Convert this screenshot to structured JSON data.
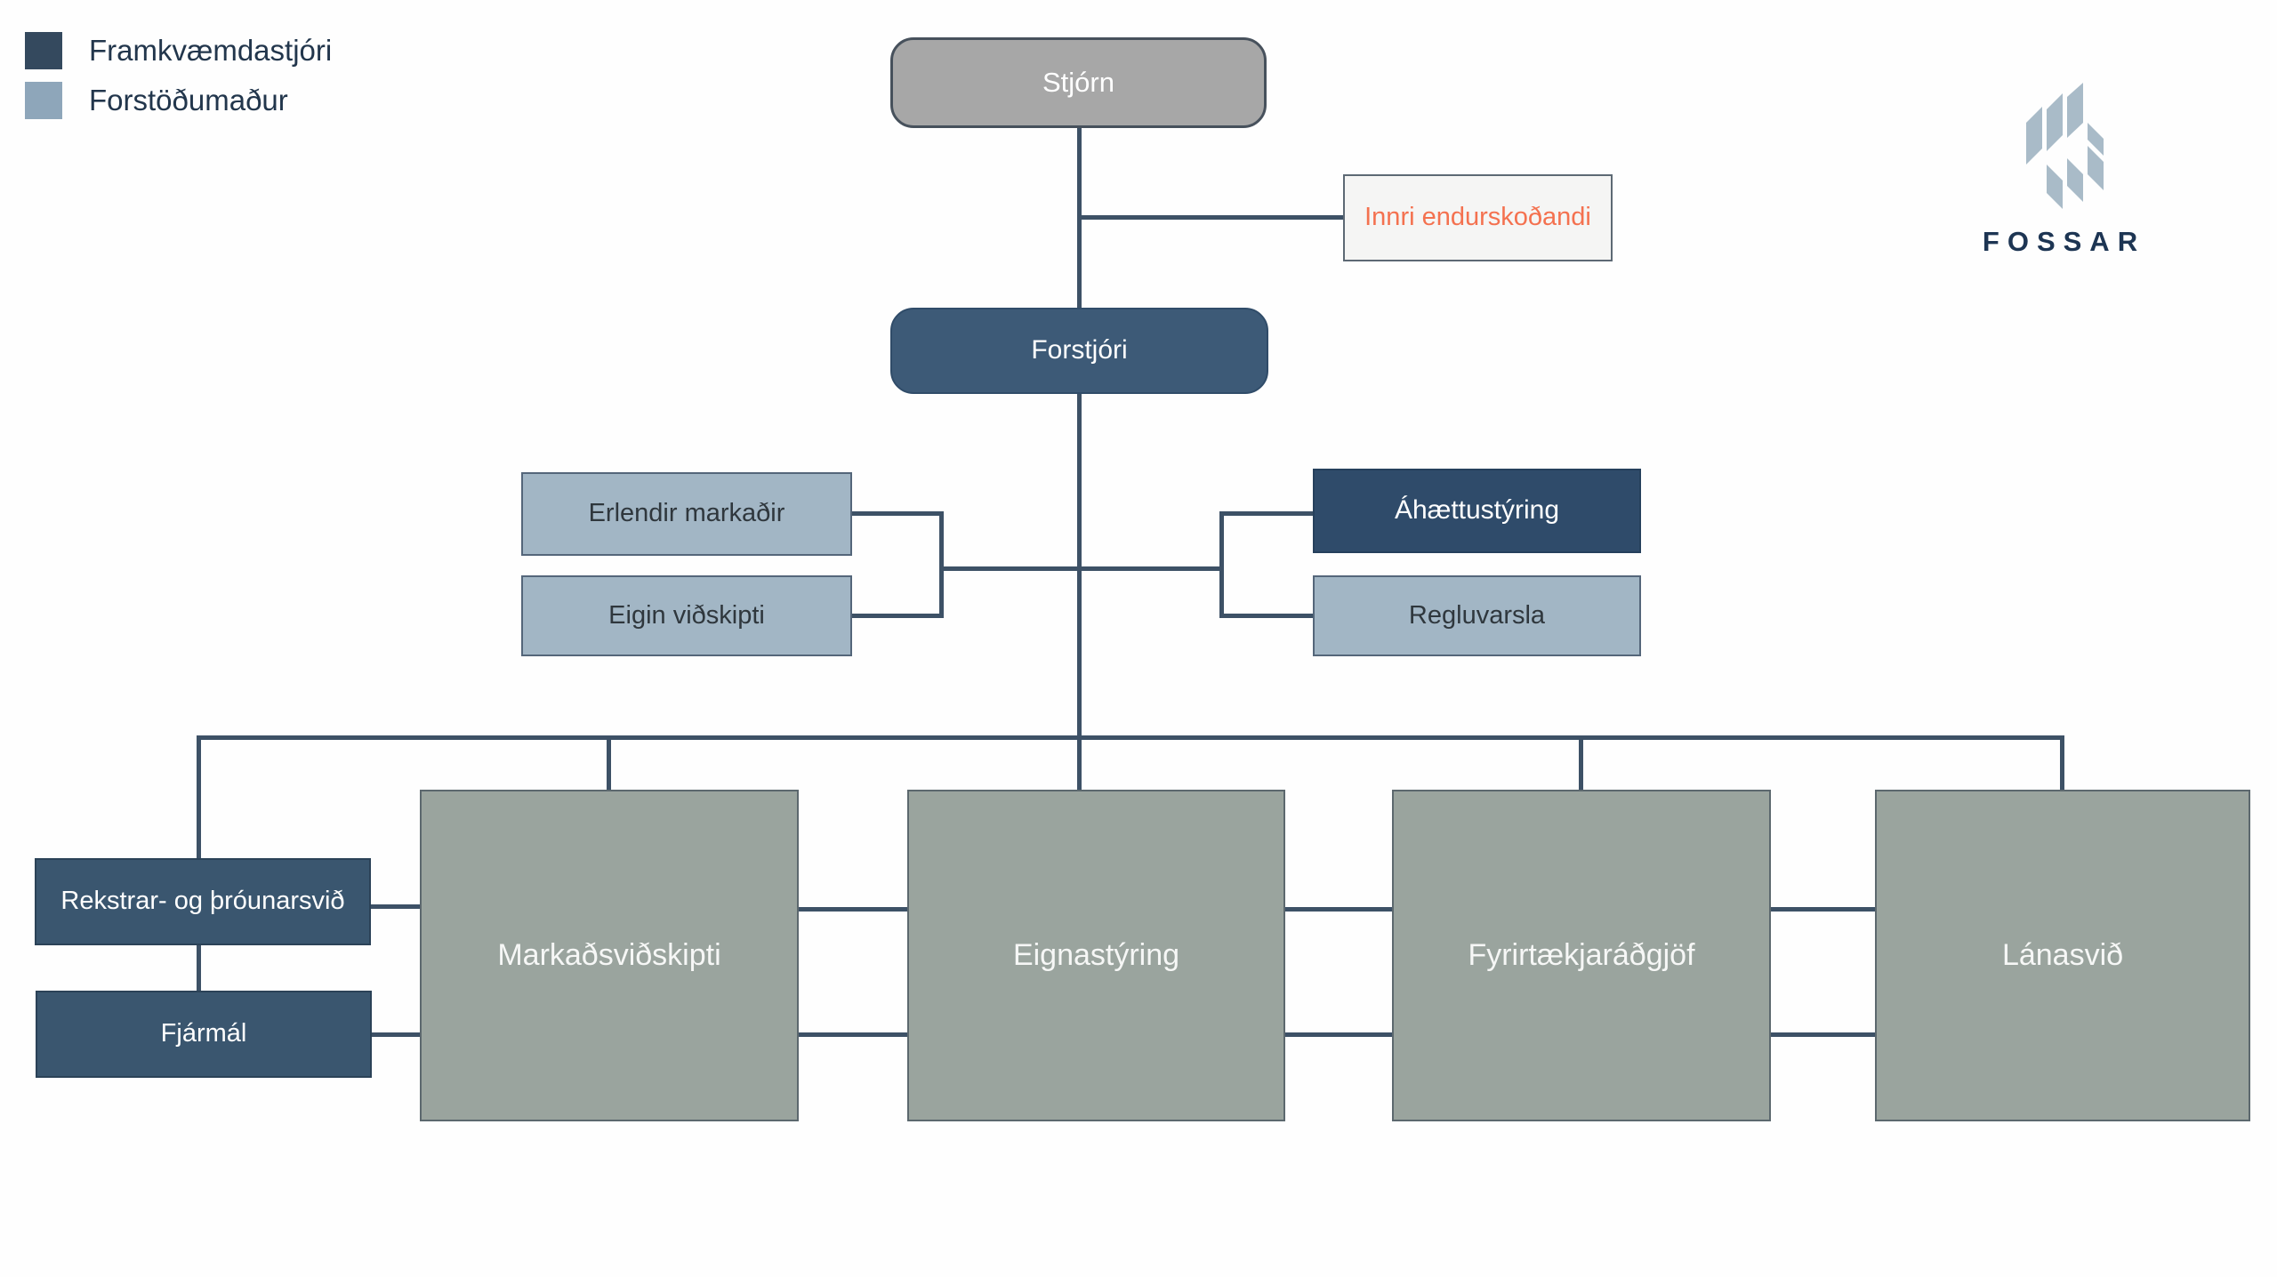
{
  "legend": {
    "items": [
      {
        "label": "Framkvæmdastjóri",
        "color": "#34495e"
      },
      {
        "label": "Forstöðumaður",
        "color": "#8ea6ba"
      }
    ]
  },
  "nodes": {
    "stjorn": {
      "label": "Stjórn"
    },
    "innri": {
      "label": "Innri endurskoðandi"
    },
    "forstjori": {
      "label": "Forstjóri"
    },
    "erlendir": {
      "label": "Erlendir markaðir"
    },
    "eigin": {
      "label": "Eigin viðskipti"
    },
    "ahaettustyring": {
      "label": "Áhættustýring"
    },
    "regluvarsla": {
      "label": "Regluvarsla"
    },
    "rekstrar": {
      "label": "Rekstrar- og þróunarsvið"
    },
    "fjarmal": {
      "label": "Fjármál"
    },
    "markadsvidskipti": {
      "label": "Markaðsviðskipti"
    },
    "eignastyring": {
      "label": "Eignastýring"
    },
    "fyrirtaekjaradgjof": {
      "label": "Fyrirtækjaráðgjöf"
    },
    "lanasvid": {
      "label": "Lánasvið"
    }
  },
  "logo": {
    "text": "FOSSAR",
    "mark_color": "#a9bbc8",
    "text_color": "#1d3553"
  },
  "colors": {
    "connector": "#3d5166",
    "executive_dark": "#3d5a77",
    "manager_light": "#a2b6c5",
    "board_gray": "#a7a7a7",
    "division_gray_green": "#9aa49e",
    "internal_auditor_text": "#f4714f"
  }
}
